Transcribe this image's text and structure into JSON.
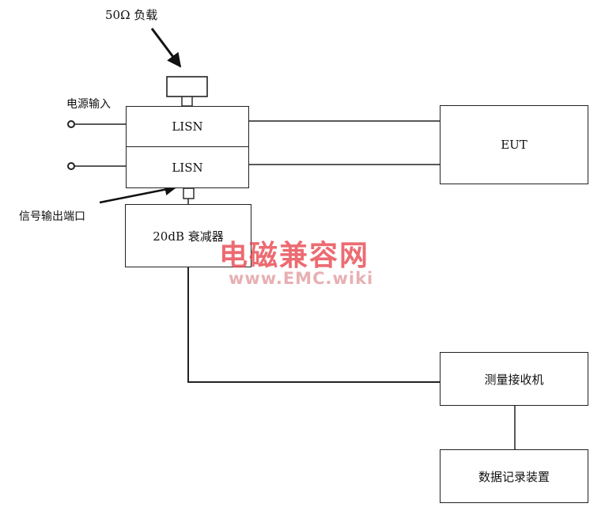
{
  "labels": {
    "load": "50Ω 负载",
    "power_input": "电源输入",
    "signal_port": "信号输出端口"
  },
  "blocks": {
    "lisn_top": "LISN",
    "lisn_bottom": "LISN",
    "eut": "EUT",
    "attenuator": "20dB 衰减器",
    "receiver": "测量接收机",
    "recorder": "数据记录装置"
  },
  "watermark": {
    "title": "电磁兼容网",
    "url": "www.EMC.wiki",
    "color": "#e8474f",
    "url_color": "#e3a3a6"
  }
}
